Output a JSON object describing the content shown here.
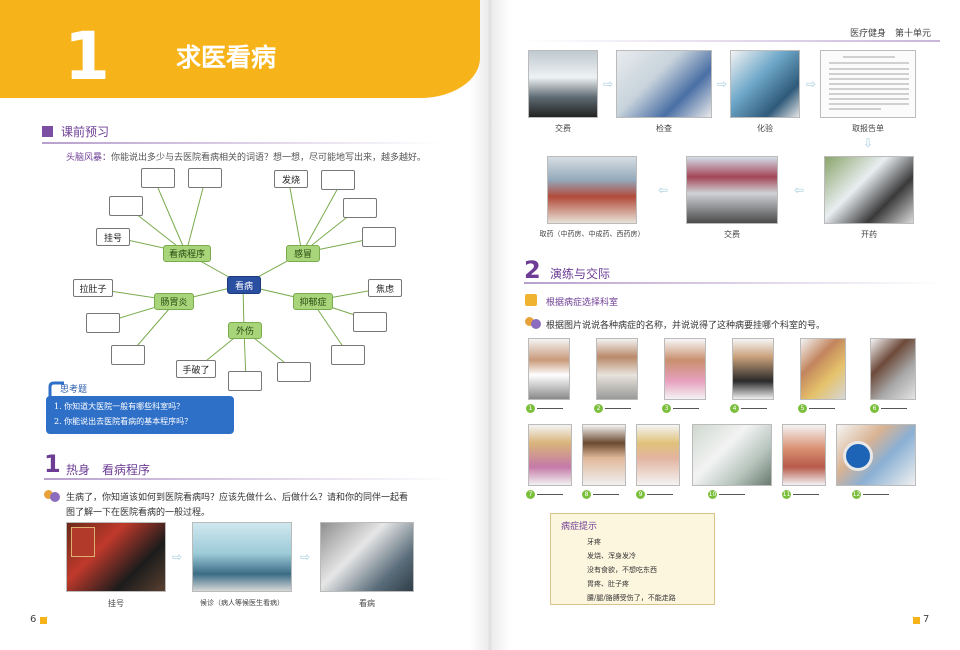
{
  "left": {
    "unit_number": "1",
    "unit_title": "求医看病",
    "section_preview": "课前预习",
    "brainstorm_lead": "头脑风暴：",
    "brainstorm_text": "你能说出多少与去医院看病相关的词语？想一想，尽可能地写出来，越多越好。",
    "mindmap": {
      "center": "看病",
      "branches": [
        "看病程序",
        "感冒",
        "肠胃炎",
        "抑郁症",
        "外伤"
      ],
      "words": {
        "guahao": "挂号",
        "fashao": "发烧",
        "laduzi": "拉肚子",
        "shilv": "焦虑",
        "shoupo": "手破了"
      }
    },
    "think_tag": "思考题",
    "think_q1": "1. 你知道大医院一般有哪些科室吗？",
    "think_q2": "2. 你能说出去医院看病的基本程序吗？",
    "s1_number": "1",
    "s1_title": "热身　看病程序",
    "s1_text1": "生病了，你知道该如何到医院看病吗？应该先做什么、后做什么？请和你的同伴一起看",
    "s1_text2": "图了解一下在医院看病的一般过程。",
    "photos": [
      {
        "caption": "挂号"
      },
      {
        "caption": "候诊（病人等候医生看病）"
      },
      {
        "caption": "看病"
      }
    ],
    "page_number": "6"
  },
  "right": {
    "header": "医疗健身　第十单元",
    "process_top": [
      "交费",
      "检查",
      "化验",
      "取报告单"
    ],
    "process_bottom": [
      "取药（中药房、中成药、西药房）",
      "交费",
      "开药"
    ],
    "s2_number": "2",
    "s2_title": "演练与交际",
    "sub_title": "根据病症选择科室",
    "instruction": "根据图片说说各种病症的名称，并说说得了这种病要挂哪个科室的号。",
    "numbers": [
      "1",
      "2",
      "3",
      "4",
      "5",
      "6",
      "7",
      "8",
      "9",
      "10",
      "11",
      "12"
    ],
    "hint_title": "病症提示",
    "hints": [
      "牙疼",
      "发烧、浑身发冷",
      "没有食欲，不想吃东西",
      "胃疼、肚子疼",
      "腰/腿/胳膊受伤了，不能走路"
    ],
    "page_number": "7"
  },
  "colors": {
    "band": "#f6b41a",
    "purple": "#6d3d95",
    "green": "#a9d57a",
    "blue": "#2b4fa0"
  }
}
